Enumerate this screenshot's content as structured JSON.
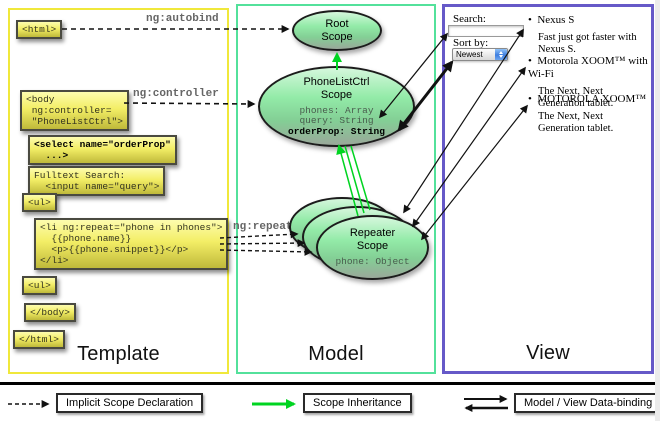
{
  "panels": {
    "template": {
      "title": "Template",
      "border_color": "#f0e83b"
    },
    "model": {
      "title": "Model",
      "border_color": "#53e19b"
    },
    "view": {
      "title": "View",
      "border_color": "#6659c8"
    }
  },
  "template_code": {
    "html_open": "<html>",
    "body_open": "<body\n ng:controller=\n \"PhoneListCtrl\">",
    "select": "<select name=\"orderProp\"\n  ...>",
    "fulltext": "Fulltext Search:\n  <input name=\"query\">",
    "ul_open": "<ul>",
    "li_repeat": "<li ng:repeat=\"phone in phones\">\n  {{phone.name}}\n  <p>{{phone.snippet}}</p>\n</li>",
    "ul_close": "<ul>",
    "body_close": "</body>",
    "html_close": "</html>"
  },
  "directive_labels": {
    "autobind": "ng:autobind",
    "controller": "ng:controller",
    "repeat": "ng:repeat"
  },
  "scopes": {
    "root": {
      "title": "Root\nScope"
    },
    "phone_list_ctrl": {
      "title": "PhoneListCtrl\nScope",
      "props": [
        "phones: Array",
        "query: String",
        "orderProp: String"
      ]
    },
    "repeater": {
      "title": "Repeater\nScope",
      "prop": "phone: Object"
    }
  },
  "view": {
    "search_label": "Search:",
    "sort_label": "Sort by:",
    "sort_value": "Newest",
    "phones": [
      {
        "name": "Nexus S",
        "snippet": "Fast just got faster with Nexus S."
      },
      {
        "name": "Motorola XOOM™ with Wi-Fi",
        "snippet": "The Next, Next Generation tablet."
      },
      {
        "name": "MOTOROLA XOOM™",
        "snippet": "The Next, Next Generation tablet."
      }
    ]
  },
  "legend": {
    "implicit": "Implicit Scope Declaration",
    "inheritance": "Scope Inheritance",
    "databinding": "Model / View Data-binding"
  },
  "colors": {
    "inheritance_green": "#00d421",
    "arrow_black": "#111111"
  }
}
